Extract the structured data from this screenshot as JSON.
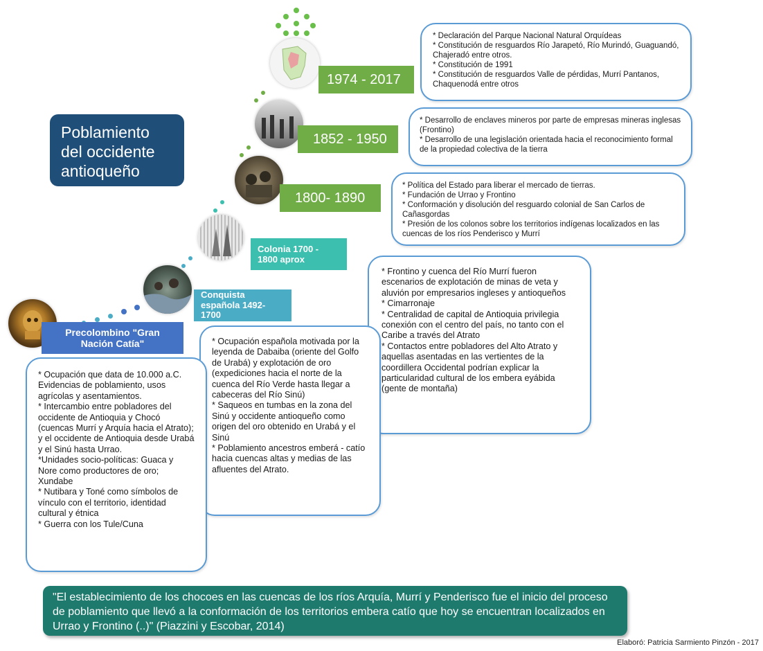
{
  "title": "Poblamiento del occidente antioqueño",
  "periods": {
    "p1": "Precolombino \"Gran Nación Catía\"",
    "p2": "Conquista española 1492- 1700",
    "p3": "Colonia 1700 - 1800 aprox",
    "p4": "1800- 1890",
    "p5": "1852 - 1950",
    "p6": "1974 - 2017"
  },
  "notes": {
    "p6": [
      "*  Declaración del Parque Nacional Natural Orquídeas",
      "*  Constitución de resguardos Río Jarapetó, Río Murindó, Guaguandó, Chajeradó entre otros.",
      "*  Constitución de 1991",
      "*  Constitución de resguardos Valle de pérdidas, Murrí Pantanos, Chaquenodá entre otros"
    ],
    "p5": [
      "* Desarrollo de enclaves mineros por parte de empresas mineras inglesas (Frontino)",
      "*  Desarrollo de una legislación orientada hacia el reconocimiento formal de la propiedad colectiva de la tierra"
    ],
    "p4": [
      "*  Política del Estado para liberar el mercado de tierras.",
      "*  Fundación de Urrao y Frontino",
      "*  Conformación y disolución del resguardo colonial de San Carlos de Cañasgordas",
      "*  Presión de los colonos sobre los territorios indígenas localizados en las cuencas de los ríos Penderisco y Murrí"
    ],
    "p3": [
      "*  Frontino y cuenca del Río Murrí fueron escenarios de explotación de minas de veta y aluvión por empresarios ingleses y antioqueños",
      "*  Cimarronaje",
      "*  Centralidad de capital de Antioquia privilegia conexión con el centro del país, no tanto con el Caribe a través del Atrato",
      "*  Contactos entre pobladores del Alto Atrato y aquellas asentadas en las vertientes de la coordillera Occidental podrían explicar la particularidad cultural de los embera eyábida (gente de montaña)"
    ],
    "p2": [
      "*  Ocupación española motivada por la leyenda de Dabaiba (oriente del Golfo de Urabá) y explotación de oro (expediciones hacia el norte de la cuenca del Río Verde hasta llegar a cabeceras del Río Sinú)",
      "*  Saqueos en tumbas en la zona del Sinú y occidente antioqueño como origen del oro obtenido en Urabá y el Sinú",
      "*  Poblamiento ancestros emberá - catío hacia cuencas altas y medias de las afluentes del Atrato."
    ],
    "p1": [
      "*  Ocupación que data de 10.000 a.C.  Evidencias de poblamiento, usos agrícolas y asentamientos.",
      "*  Intercambio entre pobladores del occidente de Antioquia y Chocó (cuencas Murrí y Arquía hacia el Atrato); y el occidente de Antioquia desde Urabá y el Sinú hasta Urrao.",
      "*Unidades socio-políticas: Guaca y Nore como productores de oro; Xundabe",
      "*  Nutibara y Toné como símbolos de vínculo con el territorio, identidad cultural y étnica",
      "*  Guerra con los Tule/Cuna"
    ]
  },
  "quote": "\"El establecimiento de los chocoes en las cuencas de los ríos Arquía, Murrí y Penderisco fue el inicio del proceso de poblamiento que llevó a la conformación de los territorios embera catío que hoy se encuentran localizados en Urrao y Frontino (..)\" (Piazzini y Escobar, 2014)",
  "credit": "Elaboró:  Patricia Sarmiento Pinzón - 2017",
  "colors": {
    "navy": "#1f4e79",
    "blue": "#4472c4",
    "teal_blue": "#4bacc6",
    "teal": "#3cbfae",
    "green": "#70ad47",
    "quote_bg": "#1f7a6e",
    "note_border": "#5b9bd5"
  }
}
